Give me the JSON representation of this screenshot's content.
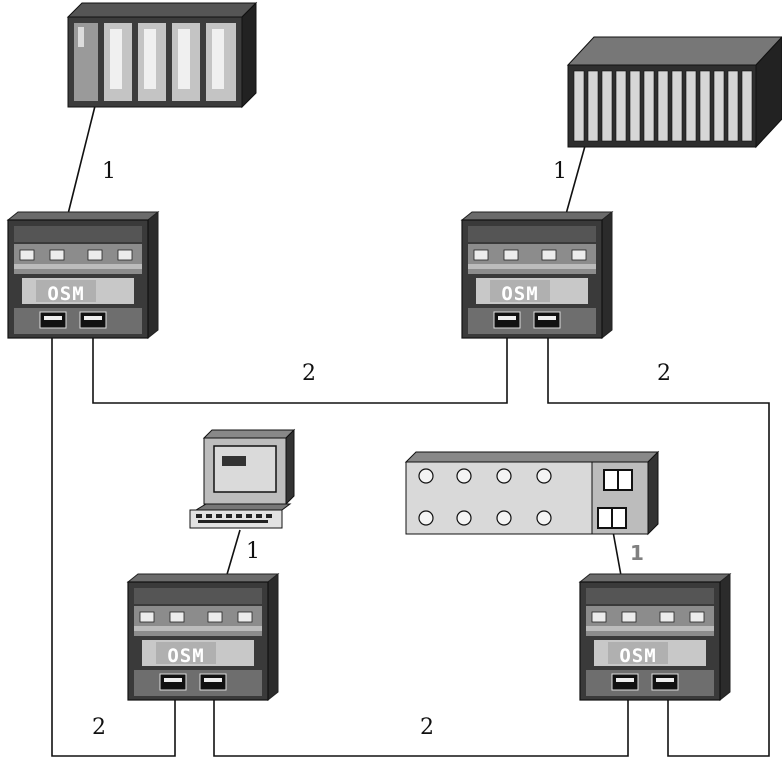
{
  "osm_label": "OSM",
  "labels": {
    "plc_left_link": "1",
    "plc_right_link": "1",
    "pc_link": "1",
    "panel_link": "1",
    "ring_top": "2",
    "ring_right": "2",
    "ring_bottom_left": "2",
    "ring_bottom_middle": "2"
  },
  "colors": {
    "device_dark": "#3a3a3a",
    "device_mid": "#9a9a9a",
    "device_light": "#d8d8d8",
    "line": "#111111"
  }
}
